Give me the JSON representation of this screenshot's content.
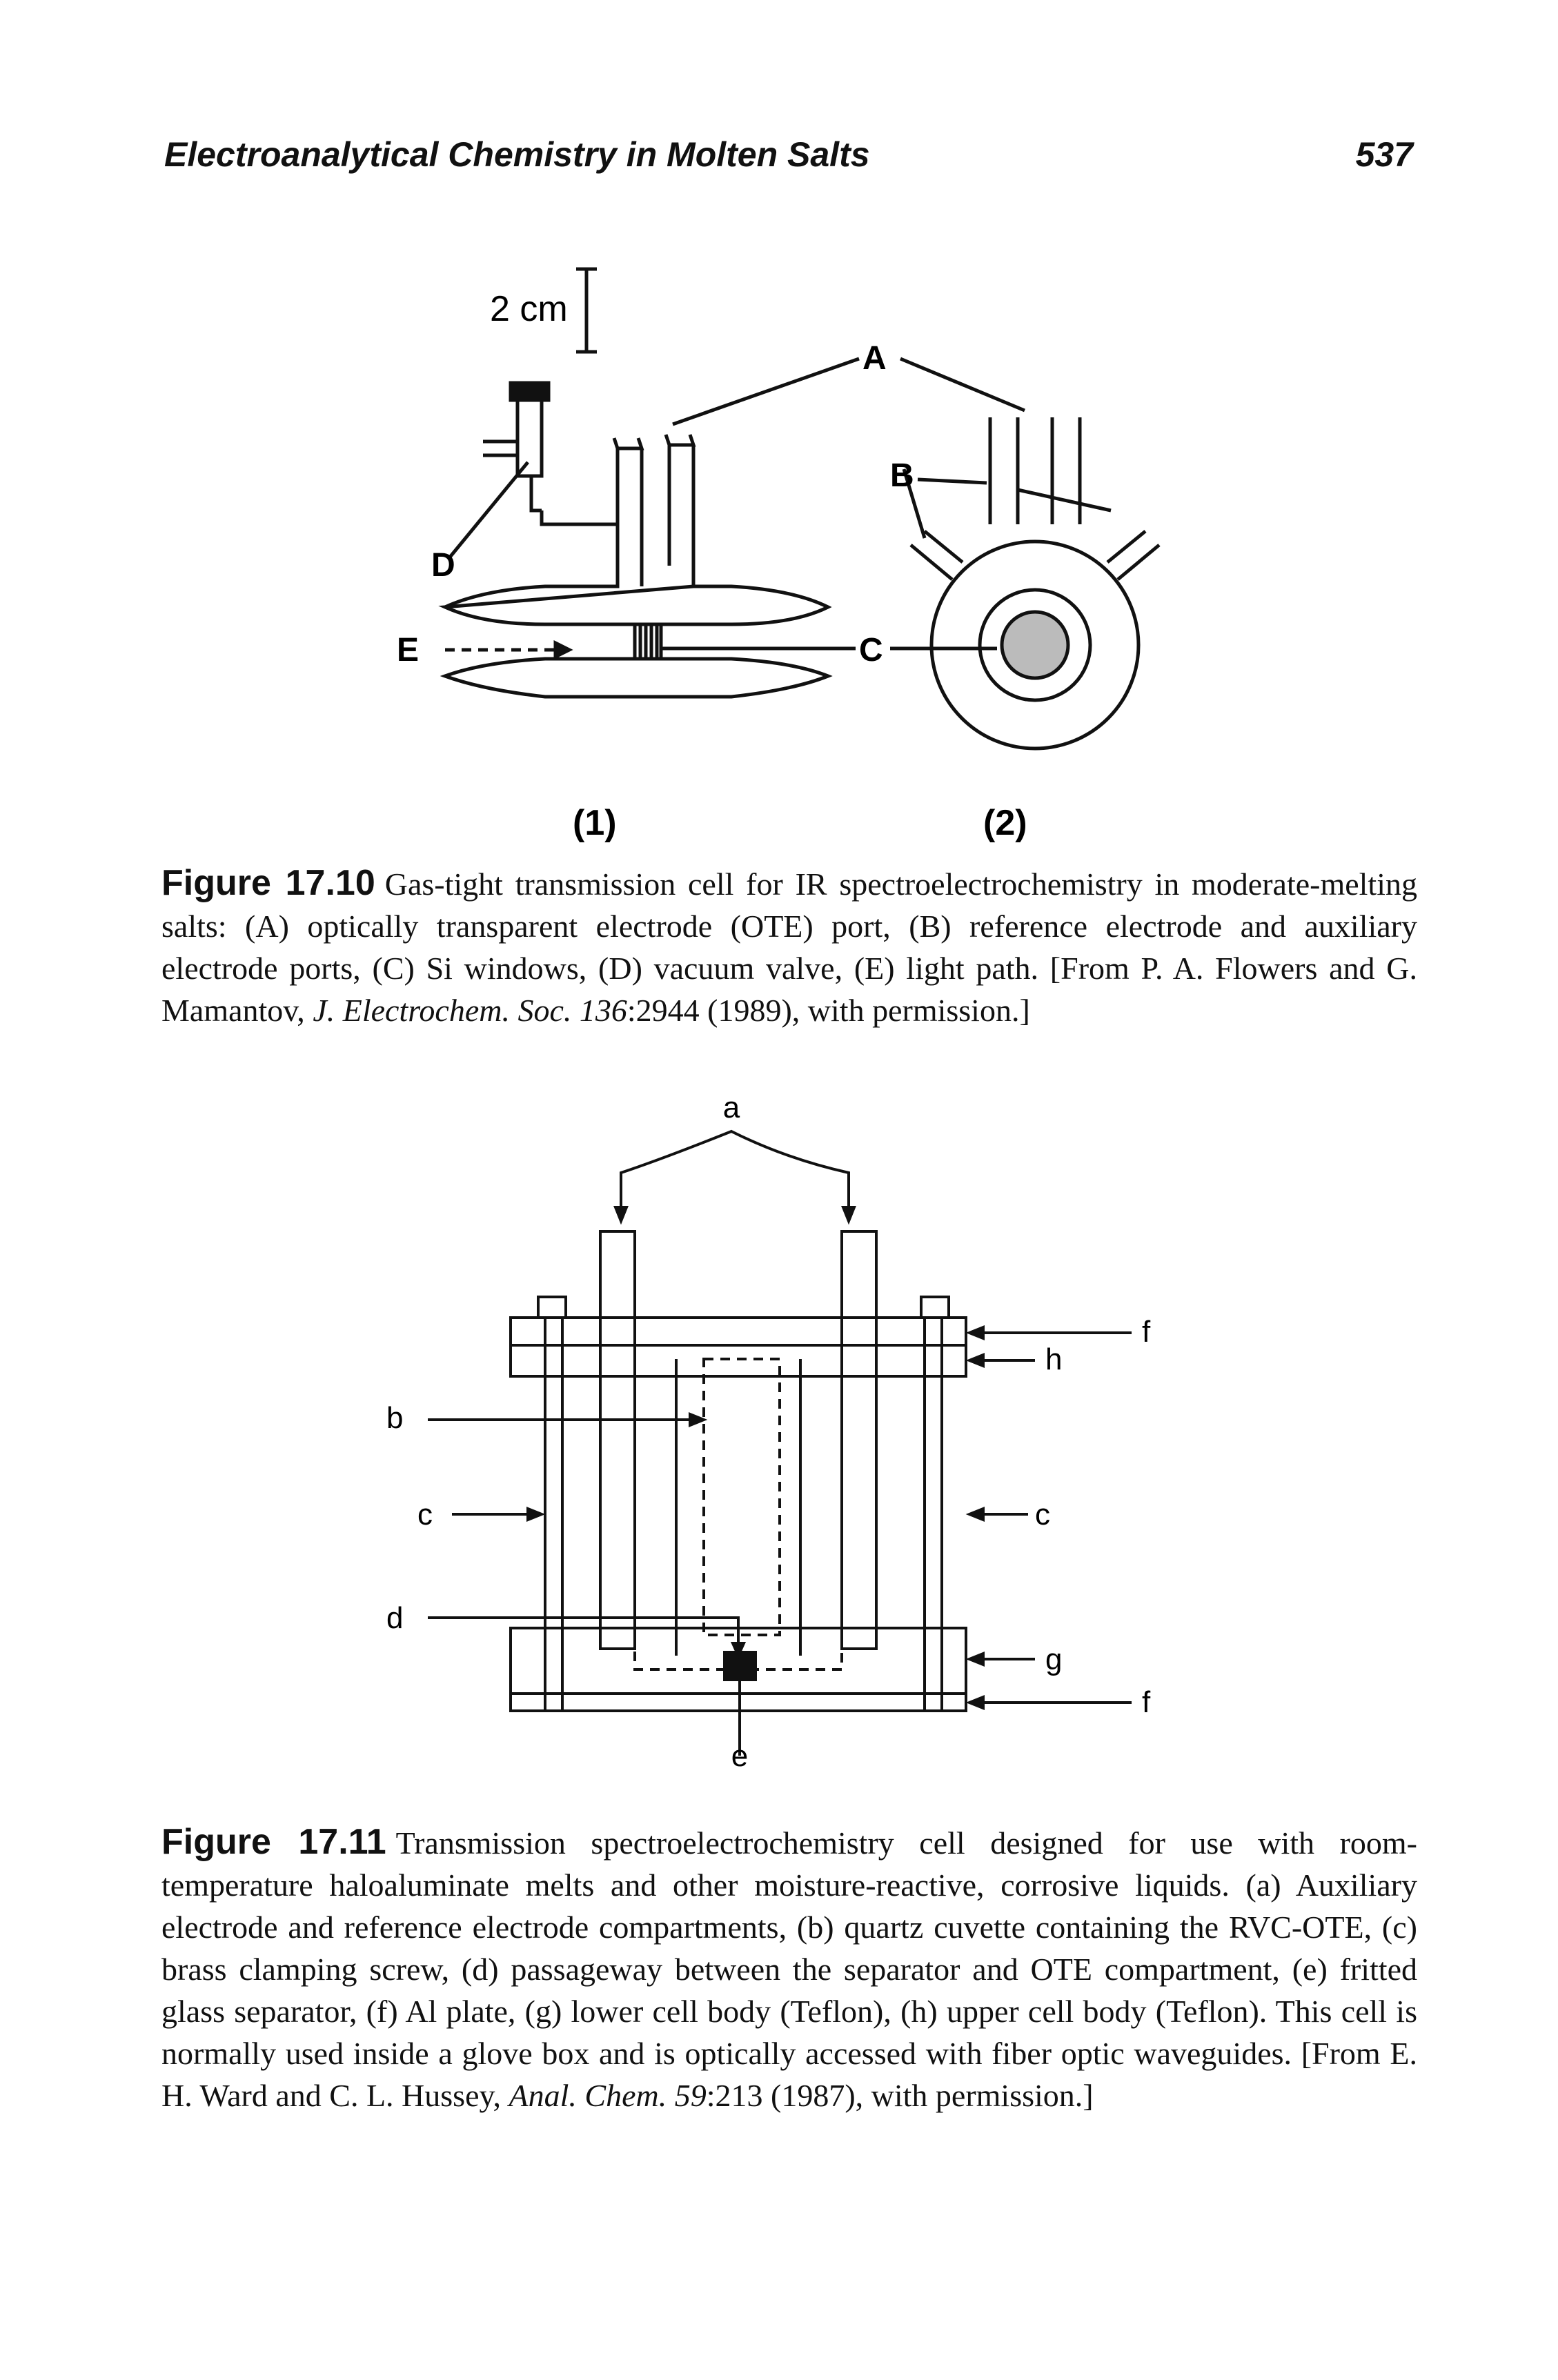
{
  "header": {
    "title": "Electroanalytical Chemistry in Molten Salts",
    "page_number": "537"
  },
  "figure_17_10": {
    "scale_label": "2 cm",
    "labels": {
      "A": "A",
      "B": "B",
      "C": "C",
      "D": "D",
      "E": "E"
    },
    "panel_1": "(1)",
    "panel_2": "(2)",
    "caption": {
      "number": "Figure 17.10",
      "text": "Gas-tight transmission cell for IR spectroelectrochemistry in moderate-melting salts: (A) optically transparent electrode (OTE) port, (B) reference electrode and auxiliary electrode ports, (C) Si windows, (D) vacuum valve, (E) light path. [From P. A. Flowers and G. Mamantov, ",
      "journal": "J. Electrochem. Soc.",
      "volume": "136",
      "rest": ":2944 (1989), with permission.]"
    }
  },
  "figure_17_11": {
    "labels": {
      "a": "a",
      "b": "b",
      "c_left": "c",
      "c_right": "c",
      "d": "d",
      "e": "e",
      "f_top": "f",
      "f_bottom": "f",
      "g": "g",
      "h": "h"
    },
    "caption": {
      "number": "Figure 17.11",
      "text": "Transmission spectroelectrochemistry cell designed for use with room-temperature haloaluminate melts and other moisture-reactive, corrosive liquids. (a) Auxiliary electrode and reference electrode compartments, (b) quartz cuvette containing the RVC-OTE, (c) brass clamping screw, (d) passageway between the separator and OTE compartment, (e) fritted glass separator, (f) Al plate, (g) lower cell body (Teflon), (h) upper cell body (Teflon). This cell is normally used inside a glove box and is optically accessed with fiber optic waveguides. [From E. H. Ward and C. L. Hussey, ",
      "journal": "Anal. Chem.",
      "volume": "59",
      "rest": ":213 (1987), with permission.]"
    }
  }
}
